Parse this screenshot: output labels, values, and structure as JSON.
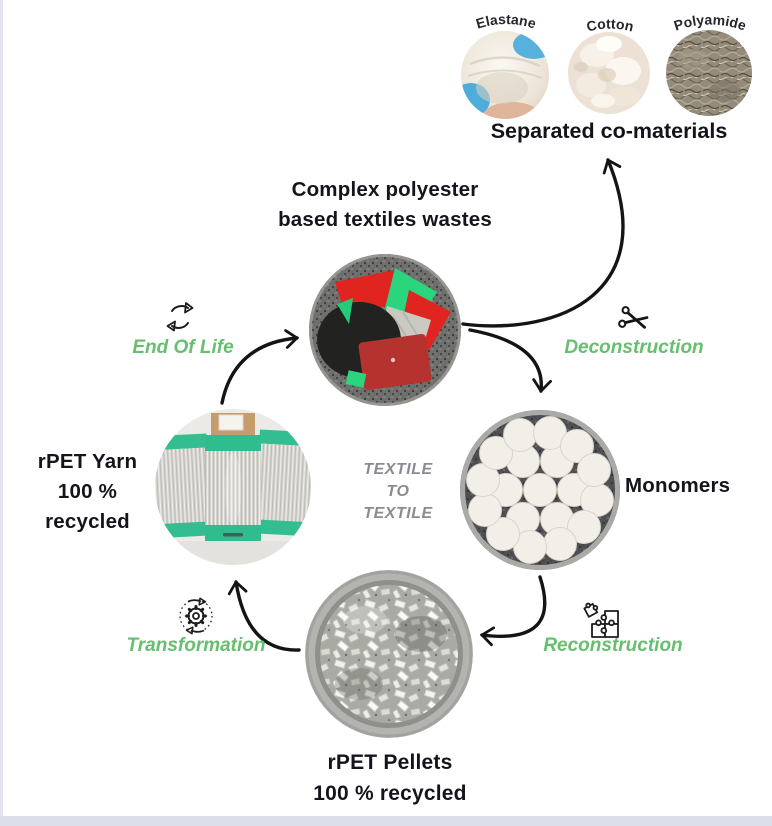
{
  "co_materials": {
    "title": "Separated co-materials",
    "items": [
      {
        "label": "Elastane"
      },
      {
        "label": "Cotton"
      },
      {
        "label": "Polyamide"
      }
    ]
  },
  "stages": {
    "wastes": {
      "lines": [
        "Complex polyester",
        "based textiles wastes"
      ]
    },
    "monomers": {
      "label": "Monomers"
    },
    "pellets": {
      "lines": [
        "rPET Pellets",
        "100 % recycled"
      ]
    },
    "yarn": {
      "lines": [
        "rPET Yarn",
        "100 %",
        "recycled"
      ]
    }
  },
  "processes": {
    "end_of_life": {
      "label": "End Of Life"
    },
    "deconstruction": {
      "label": "Deconstruction"
    },
    "reconstruction": {
      "label": "Reconstruction"
    },
    "transformation": {
      "label": "Transformation"
    }
  },
  "center": {
    "lines": [
      "TEXTILE",
      "TO",
      "TEXTILE"
    ]
  },
  "icons": {
    "end_of_life": "recycle-cycle-icon",
    "deconstruction": "scissors-icon",
    "transformation": "gear-cycle-icon",
    "reconstruction": "puzzle-icon"
  },
  "colors": {
    "process_green": "#66bf6e",
    "heading_dark": "#14141d",
    "center_gray": "#8b8b93",
    "arrow_black": "#141414"
  }
}
